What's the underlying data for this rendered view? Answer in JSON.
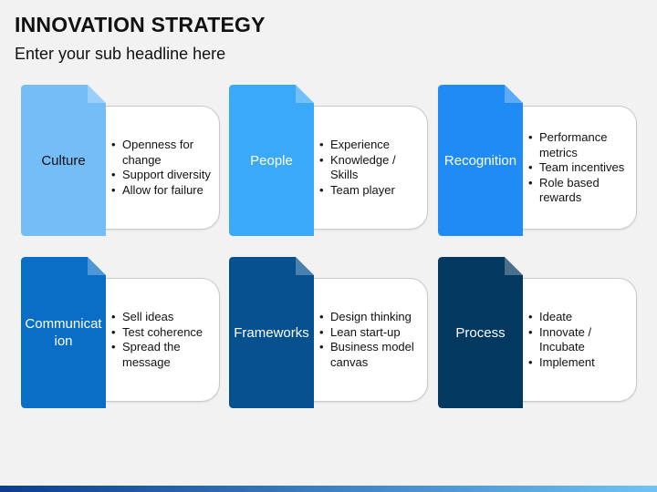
{
  "title": "INNOVATION STRATEGY",
  "subtitle": "Enter your sub headline here",
  "cards": [
    {
      "label": "Culture",
      "color": "#74bdf7",
      "text_color": "#111111",
      "bullets": [
        "Openness for change",
        "Support diversity",
        "Allow for failure"
      ]
    },
    {
      "label": "People",
      "color": "#3aa9f9",
      "text_color": "#ffffff",
      "bullets": [
        "Experience",
        "Knowledge / Skills",
        "Team player"
      ]
    },
    {
      "label": "Recognition",
      "color": "#1f8bf5",
      "text_color": "#ffffff",
      "bullets": [
        "Performance metrics",
        "Team incentives",
        "Role based rewards"
      ]
    },
    {
      "label": "Communication",
      "color": "#0a6ec6",
      "text_color": "#ffffff",
      "bullets": [
        "Sell ideas",
        "Test coherence",
        "Spread the message"
      ]
    },
    {
      "label": "Frameworks",
      "color": "#05508f",
      "text_color": "#ffffff",
      "bullets": [
        "Design thinking",
        "Lean start-up",
        "Business model canvas"
      ]
    },
    {
      "label": "Process",
      "color": "#033861",
      "text_color": "#ffffff",
      "bullets": [
        "Ideate",
        "Innovate / Incubate",
        "Implement"
      ]
    }
  ],
  "colors": {
    "background": "#f2f2f2",
    "bottom_bar_start": "#0a3d8f",
    "bottom_bar_end": "#6ec3f5"
  }
}
